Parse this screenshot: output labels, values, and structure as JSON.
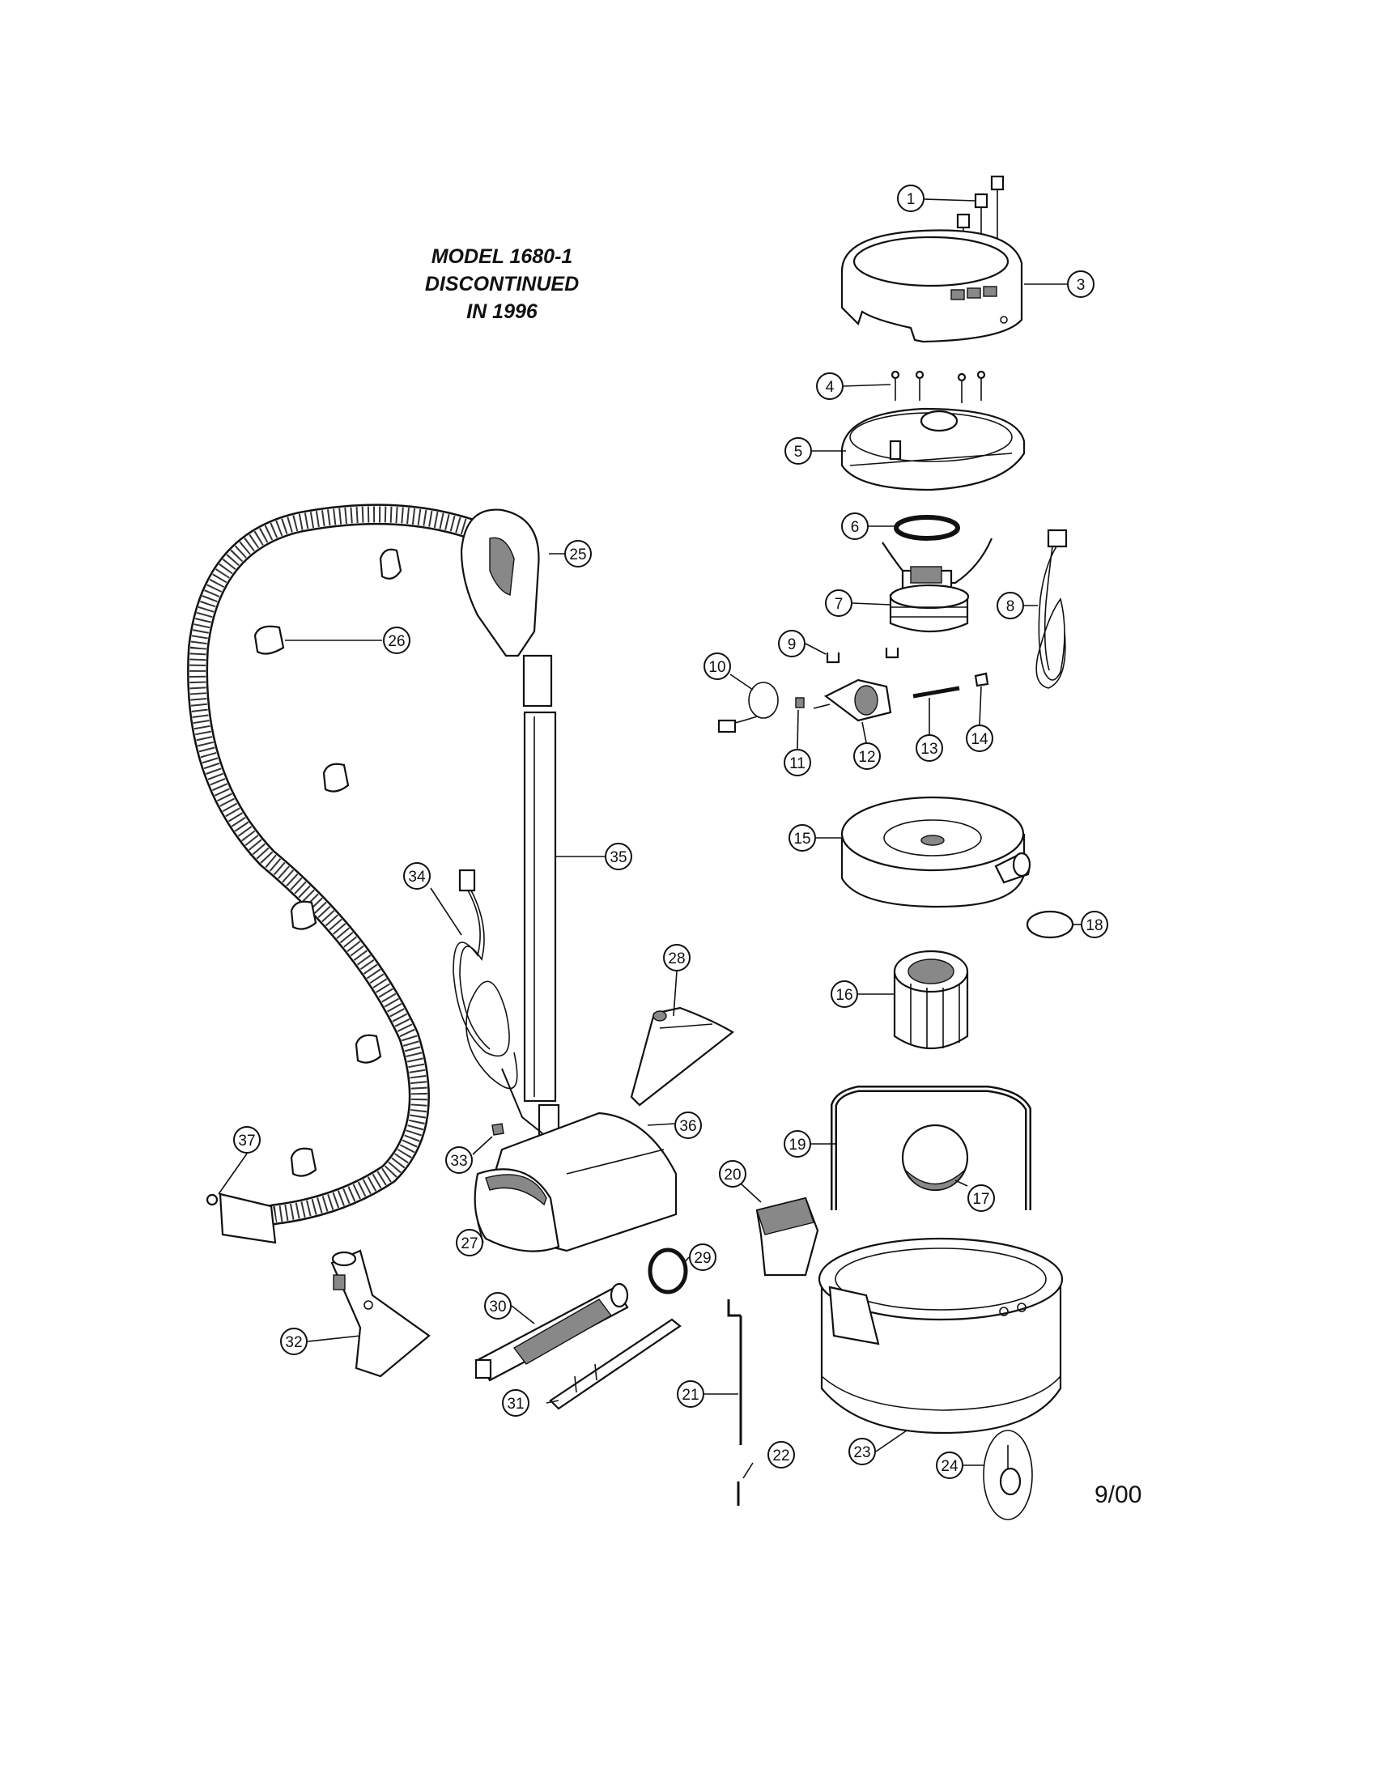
{
  "title": {
    "line1": "MODEL 1680-1",
    "line2": "DISCONTINUED",
    "line3": "IN 1996"
  },
  "date": "9/00",
  "callouts": [
    "1",
    "3",
    "4",
    "5",
    "6",
    "7",
    "8",
    "9",
    "10",
    "11",
    "12",
    "13",
    "14",
    "15",
    "16",
    "17",
    "18",
    "19",
    "20",
    "21",
    "22",
    "23",
    "24",
    "25",
    "26",
    "27",
    "28",
    "29",
    "30",
    "31",
    "32",
    "33",
    "34",
    "35",
    "36",
    "37"
  ]
}
